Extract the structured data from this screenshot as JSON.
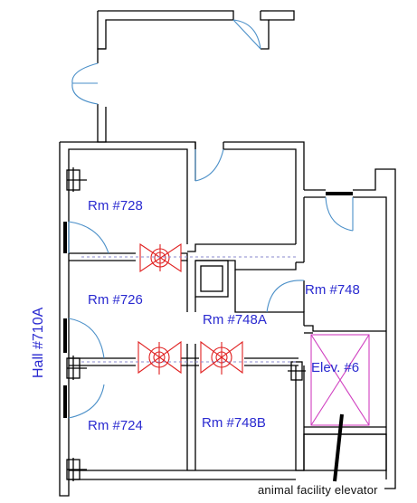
{
  "plan": {
    "rooms": {
      "rm728": "Rm #728",
      "rm726": "Rm #726",
      "rm724": "Rm #724",
      "rm748": "Rm #748",
      "rm748a": "Rm #748A",
      "rm748b": "Rm #748B",
      "elev6": "Elev. #6"
    },
    "hall": "Hall #710A",
    "callout": "animal facility elevator"
  },
  "colors": {
    "wall": "#000000",
    "door_swing": "#4a8fc8",
    "room_label": "#2a2ad0",
    "fixture": "#e02020",
    "elevator": "#d040c0"
  }
}
